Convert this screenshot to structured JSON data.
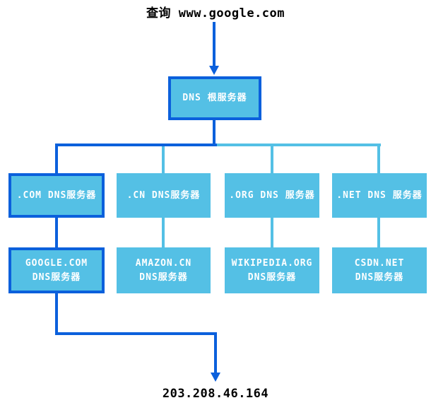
{
  "colors": {
    "line_dark": "#0b60dc",
    "line_light": "#54c0e5",
    "box_fill": "#54c0e5",
    "box_text": "#ffffff",
    "label_text": "#000000"
  },
  "labels": {
    "query": "查询 www.google.com",
    "result_ip": "203.208.46.164"
  },
  "root_server": {
    "label": "DNS 根服务器"
  },
  "tld_servers": [
    {
      "label": ".COM DNS服务器",
      "highlighted": true
    },
    {
      "label": ".CN DNS服务器",
      "highlighted": false
    },
    {
      "label": ".ORG DNS 服务器",
      "highlighted": false
    },
    {
      "label": ".NET DNS 服务器",
      "highlighted": false
    }
  ],
  "authoritative_servers": [
    {
      "line1": "GOOGLE.COM",
      "line2": "DNS服务器",
      "highlighted": true
    },
    {
      "line1": "AMAZON.CN",
      "line2": "DNS服务器",
      "highlighted": false
    },
    {
      "line1": "WIKIPEDIA.ORG",
      "line2": "DNS服务器",
      "highlighted": false
    },
    {
      "line1": "CSDN.NET",
      "line2": "DNS服务器",
      "highlighted": false
    }
  ]
}
